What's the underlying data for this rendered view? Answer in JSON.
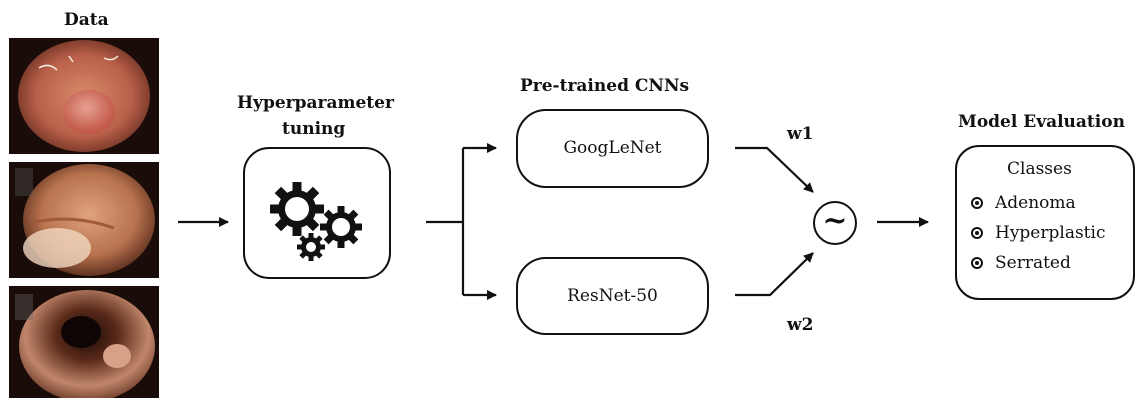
{
  "data_section": {
    "title": "Data"
  },
  "tuning": {
    "title_line1": "Hyperparameter",
    "title_line2": "tuning",
    "icon": "gears-icon"
  },
  "cnns": {
    "title": "Pre-trained CNNs",
    "models": [
      "GoogLeNet",
      "ResNet-50"
    ]
  },
  "weights": {
    "w1": "w1",
    "w2": "w2"
  },
  "ensemble": {
    "symbol": "~"
  },
  "evaluation": {
    "title": "Model Evaluation",
    "classes_label": "Classes",
    "classes": [
      "Adenoma",
      "Hyperplastic",
      "Serrated"
    ]
  }
}
